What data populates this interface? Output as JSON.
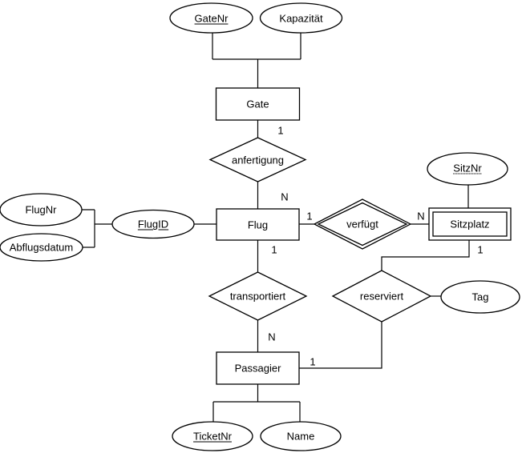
{
  "diagram": {
    "kind": "entity-relationship-diagram"
  },
  "colors": {
    "stroke": "#000000",
    "fill": "#ffffff",
    "text": "#000000"
  },
  "nodes": {
    "gate": {
      "label": "Gate",
      "kind": "entity"
    },
    "flug": {
      "label": "Flug",
      "kind": "entity"
    },
    "sitzplatz": {
      "label": "Sitzplatz",
      "kind": "weak-entity"
    },
    "passagier": {
      "label": "Passagier",
      "kind": "entity"
    },
    "anfertigung": {
      "label": "anfertigung",
      "kind": "relationship"
    },
    "verfuegt": {
      "label": "verfügt",
      "kind": "identifying-relationship"
    },
    "transportiert": {
      "label": "transportiert",
      "kind": "relationship"
    },
    "reserviert": {
      "label": "reserviert",
      "kind": "relationship"
    },
    "gatenr": {
      "label": "GateNr",
      "kind": "attribute",
      "key": "primary"
    },
    "kapazitaet": {
      "label": "Kapazität",
      "kind": "attribute"
    },
    "flugnr": {
      "label": "FlugNr",
      "kind": "attribute"
    },
    "abflugsdatum": {
      "label": "Abflugsdatum",
      "kind": "attribute"
    },
    "flugid": {
      "label": "FlugID",
      "kind": "attribute",
      "key": "primary"
    },
    "sitznr": {
      "label": "SitzNr",
      "kind": "attribute",
      "key": "partial"
    },
    "tag": {
      "label": "Tag",
      "kind": "attribute"
    },
    "ticketnr": {
      "label": "TicketNr",
      "kind": "attribute",
      "key": "primary"
    },
    "name": {
      "label": "Name",
      "kind": "attribute"
    }
  },
  "cardinalities": {
    "gate_anfertigung": "1",
    "anfertigung_flug": "N",
    "flug_verfuegt": "1",
    "verfuegt_sitzplatz": "N",
    "flug_transportiert": "1",
    "transportiert_passagier": "N",
    "sitzplatz_reserviert": "1",
    "passagier_reserviert": "1"
  }
}
